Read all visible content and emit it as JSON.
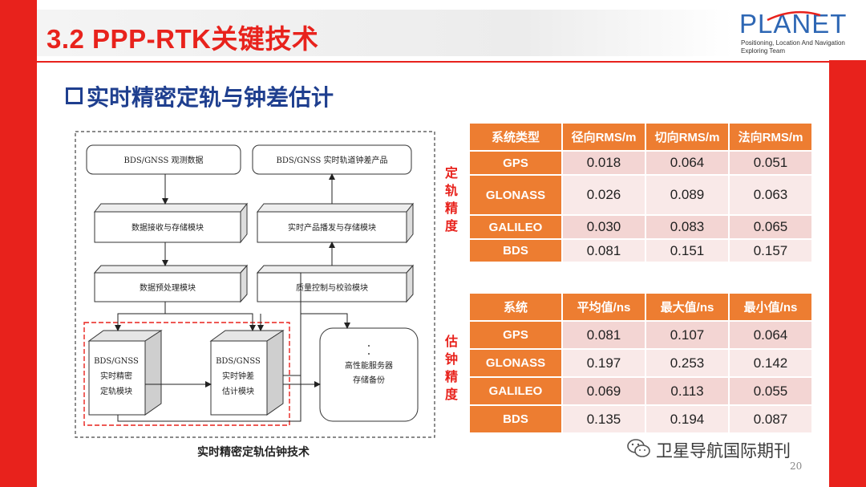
{
  "slide": {
    "title": "3.2 PPP-RTK关键技术",
    "subtitle": "实时精密定轨与钟差估计",
    "page_number": "20"
  },
  "logo": {
    "word": "PLANET",
    "line1": "Positioning, Location And Navigation",
    "line2": "Exploring Team"
  },
  "diagram": {
    "caption": "实时精密定轨估钟技术",
    "boxes": {
      "obs_data": "BDS/GNSS 观测数据",
      "products": "BDS/GNSS 实时轨道钟差产品",
      "receive_store": "数据接收与存储模块",
      "publish_store": "实时产品播发与存储模块",
      "preprocess": "数据预处理模块",
      "qc": "质量控制与校验模块",
      "orbit_line1": "BDS/GNSS",
      "orbit_line2": "实时精密",
      "orbit_line3": "定轨模块",
      "clock_line1": "BDS/GNSS",
      "clock_line2": "实时钟差",
      "clock_line3": "估计模块",
      "server_line1": "高性能服务器",
      "server_line2": "存储备份"
    }
  },
  "orbit_table": {
    "side_label": [
      "定",
      "轨",
      "精",
      "度"
    ],
    "headers": [
      "系统类型",
      "径向RMS/m",
      "切向RMS/m",
      "法向RMS/m"
    ],
    "rows": [
      {
        "system": "GPS",
        "values": [
          "0.018",
          "0.064",
          "0.051"
        ]
      },
      {
        "system": "GLONASS",
        "values": [
          "0.026",
          "0.089",
          "0.063"
        ]
      },
      {
        "system": "GALILEO",
        "values": [
          "0.030",
          "0.083",
          "0.065"
        ]
      },
      {
        "system": "BDS",
        "values": [
          "0.081",
          "0.151",
          "0.157"
        ]
      }
    ]
  },
  "clock_table": {
    "side_label": [
      "估",
      "钟",
      "精",
      "度"
    ],
    "headers": [
      "系统",
      "平均值/ns",
      "最大值/ns",
      "最小值/ns"
    ],
    "rows": [
      {
        "system": "GPS",
        "values": [
          "0.081",
          "0.107",
          "0.064"
        ]
      },
      {
        "system": "GLONASS",
        "values": [
          "0.197",
          "0.253",
          "0.142"
        ]
      },
      {
        "system": "GALILEO",
        "values": [
          "0.069",
          "0.113",
          "0.055"
        ]
      },
      {
        "system": "BDS",
        "values": [
          "0.135",
          "0.194",
          "0.087"
        ]
      }
    ]
  },
  "watermark": {
    "icon": "wechat-icon",
    "text": "卫星导航国际期刊"
  },
  "colors": {
    "accent_red": "#e8221c",
    "header_orange": "#ed7d31",
    "subtitle_blue": "#1f3f8f",
    "logo_blue": "#2e67b4",
    "cell_pink": "#f3d5d3"
  }
}
